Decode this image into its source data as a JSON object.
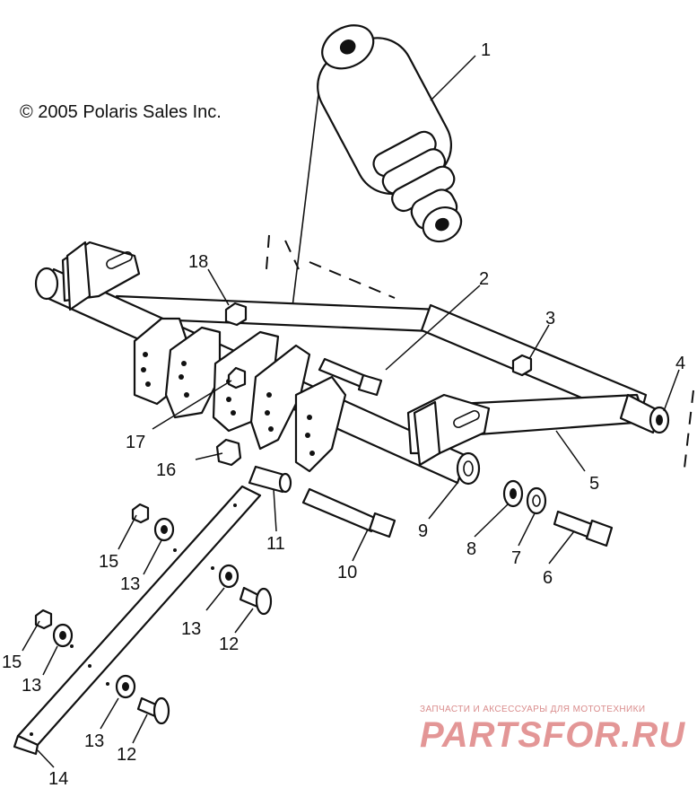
{
  "copyright": "© 2005 Polaris Sales Inc.",
  "watermark": {
    "tagline": "ЗАПЧАСТИ И АКСЕССУАРЫ ДЛЯ МОТОТЕХНИКИ",
    "brand": "PARTSFOR.RU"
  },
  "callouts": [
    "1",
    "2",
    "3",
    "4",
    "5",
    "6",
    "7",
    "8",
    "9",
    "10",
    "11",
    "12",
    "12",
    "13",
    "13",
    "13",
    "13",
    "14",
    "15",
    "15",
    "16",
    "17",
    "18"
  ]
}
